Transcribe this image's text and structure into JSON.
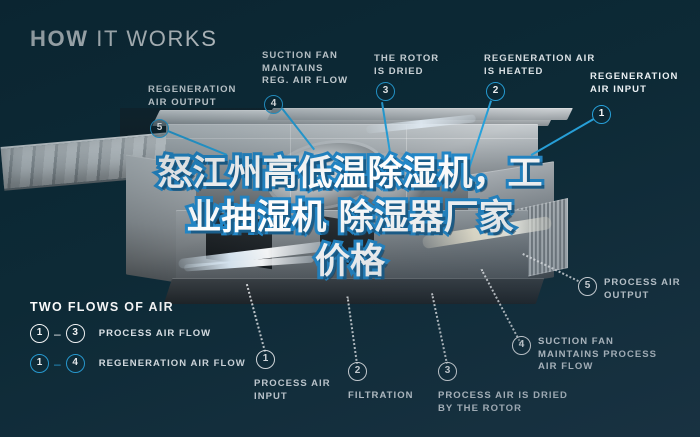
{
  "brand": {
    "word1": "HOW",
    "word2": "IT WORKS"
  },
  "headline": {
    "line1": "怒江州高低温除湿机，工",
    "line2": "业抽湿机  除湿器厂家",
    "line3": "价格",
    "stroke_color": "#2387c7",
    "fill_color": "#ffffff"
  },
  "colors": {
    "background_top": "#0c2631",
    "background_bottom": "#24394b",
    "accent_cyan": "#27a3dd",
    "label_white": "#eef3f6"
  },
  "callouts_top": [
    {
      "number": "5",
      "label": "REGENERATION\nAIR OUTPUT",
      "label_lines": [
        "REGENERATION",
        "AIR OUTPUT"
      ],
      "style": "cyan"
    },
    {
      "number": "4",
      "label_lines": [
        "SUCTION FAN",
        "MAINTAINS",
        "REG. AIR FLOW"
      ],
      "style": "cyan"
    },
    {
      "number": "3",
      "label_lines": [
        "THE ROTOR",
        "IS DRIED"
      ],
      "style": "cyan"
    },
    {
      "number": "2",
      "label_lines": [
        "REGENERATION AIR",
        "IS HEATED"
      ],
      "style": "cyan"
    },
    {
      "number": "1",
      "label_lines": [
        "REGENERATION",
        "AIR INPUT"
      ],
      "style": "cyan"
    }
  ],
  "callouts_bottom": [
    {
      "number": "1",
      "label_lines": [
        "PROCESS AIR",
        "INPUT"
      ],
      "style": "white"
    },
    {
      "number": "2",
      "label_lines": [
        "FILTRATION"
      ],
      "style": "white"
    },
    {
      "number": "3",
      "label_lines": [
        "PROCESS AIR IS DRIED",
        "BY THE ROTOR"
      ],
      "style": "white"
    },
    {
      "number": "4",
      "label_lines": [
        "SUCTION FAN",
        "MAINTAINS PROCESS",
        "AIR FLOW"
      ],
      "style": "white"
    },
    {
      "number": "5",
      "label_lines": [
        "PROCESS AIR",
        "OUTPUT"
      ],
      "style": "white"
    }
  ],
  "legend": {
    "title": "TWO FLOWS OF AIR",
    "rows": [
      {
        "from": "1",
        "dash": "–",
        "to": "3",
        "text": "PROCESS AIR FLOW",
        "style": "white"
      },
      {
        "from": "1",
        "dash": "–",
        "to": "4",
        "text": "REGENERATION AIR FLOW",
        "style": "cyan"
      }
    ]
  }
}
